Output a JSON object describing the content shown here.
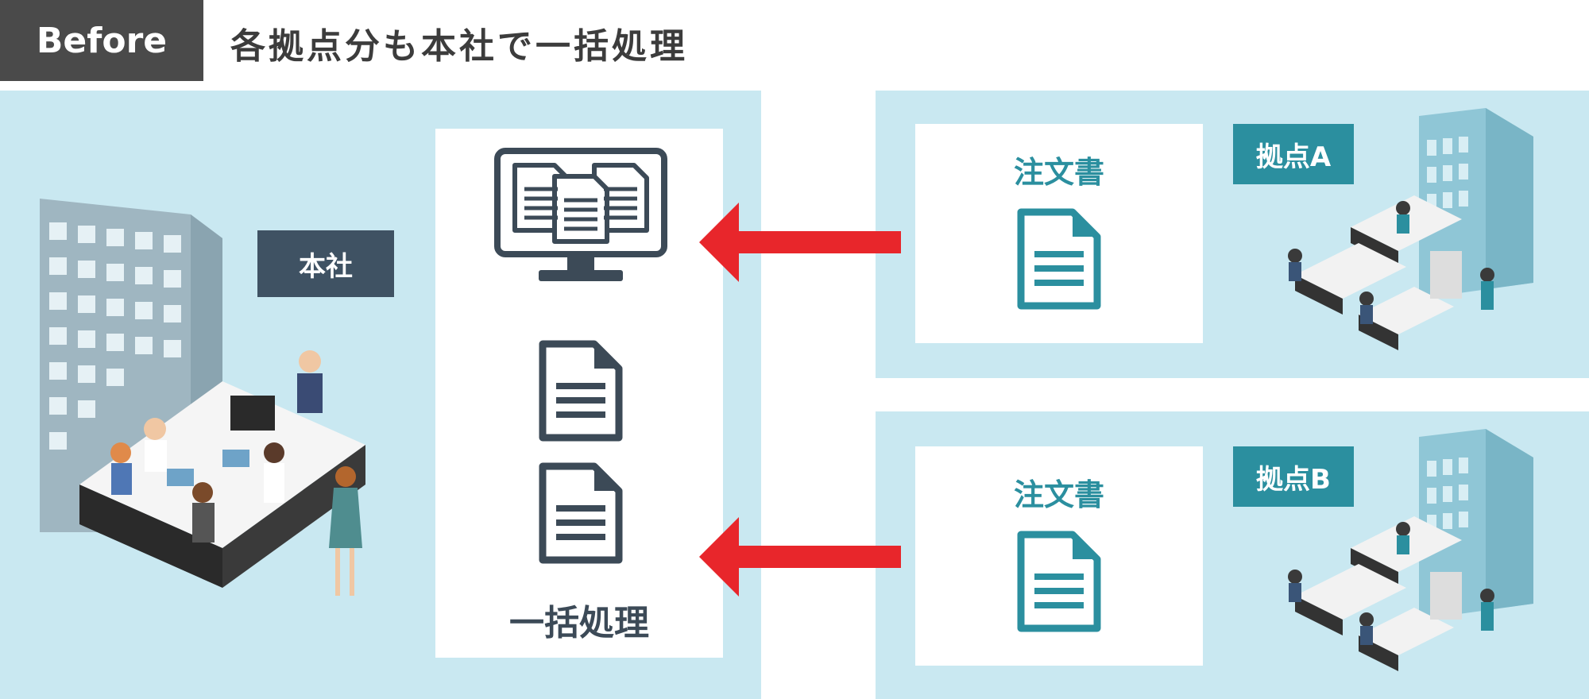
{
  "header": {
    "tag_label": "Before",
    "title": "各拠点分も本社で一括処理"
  },
  "hq": {
    "label": "本社"
  },
  "processing": {
    "label": "一括処理"
  },
  "sites": [
    {
      "label": "拠点A",
      "document_label": "注文書"
    },
    {
      "label": "拠点B",
      "document_label": "注文書"
    }
  ],
  "colors": {
    "panel_bg": "#c9e8f1",
    "hq_tag": "#3f5263",
    "site_tag": "#2b8f9f",
    "order_doc": "#2b8f9f",
    "process_doc": "#3c4a57",
    "arrow": "#e8262b",
    "header_tag": "#4a4a4a"
  },
  "icons": {
    "monitor": "monitor-with-documents-icon",
    "document": "document-icon",
    "arrow": "arrow-left-icon"
  }
}
